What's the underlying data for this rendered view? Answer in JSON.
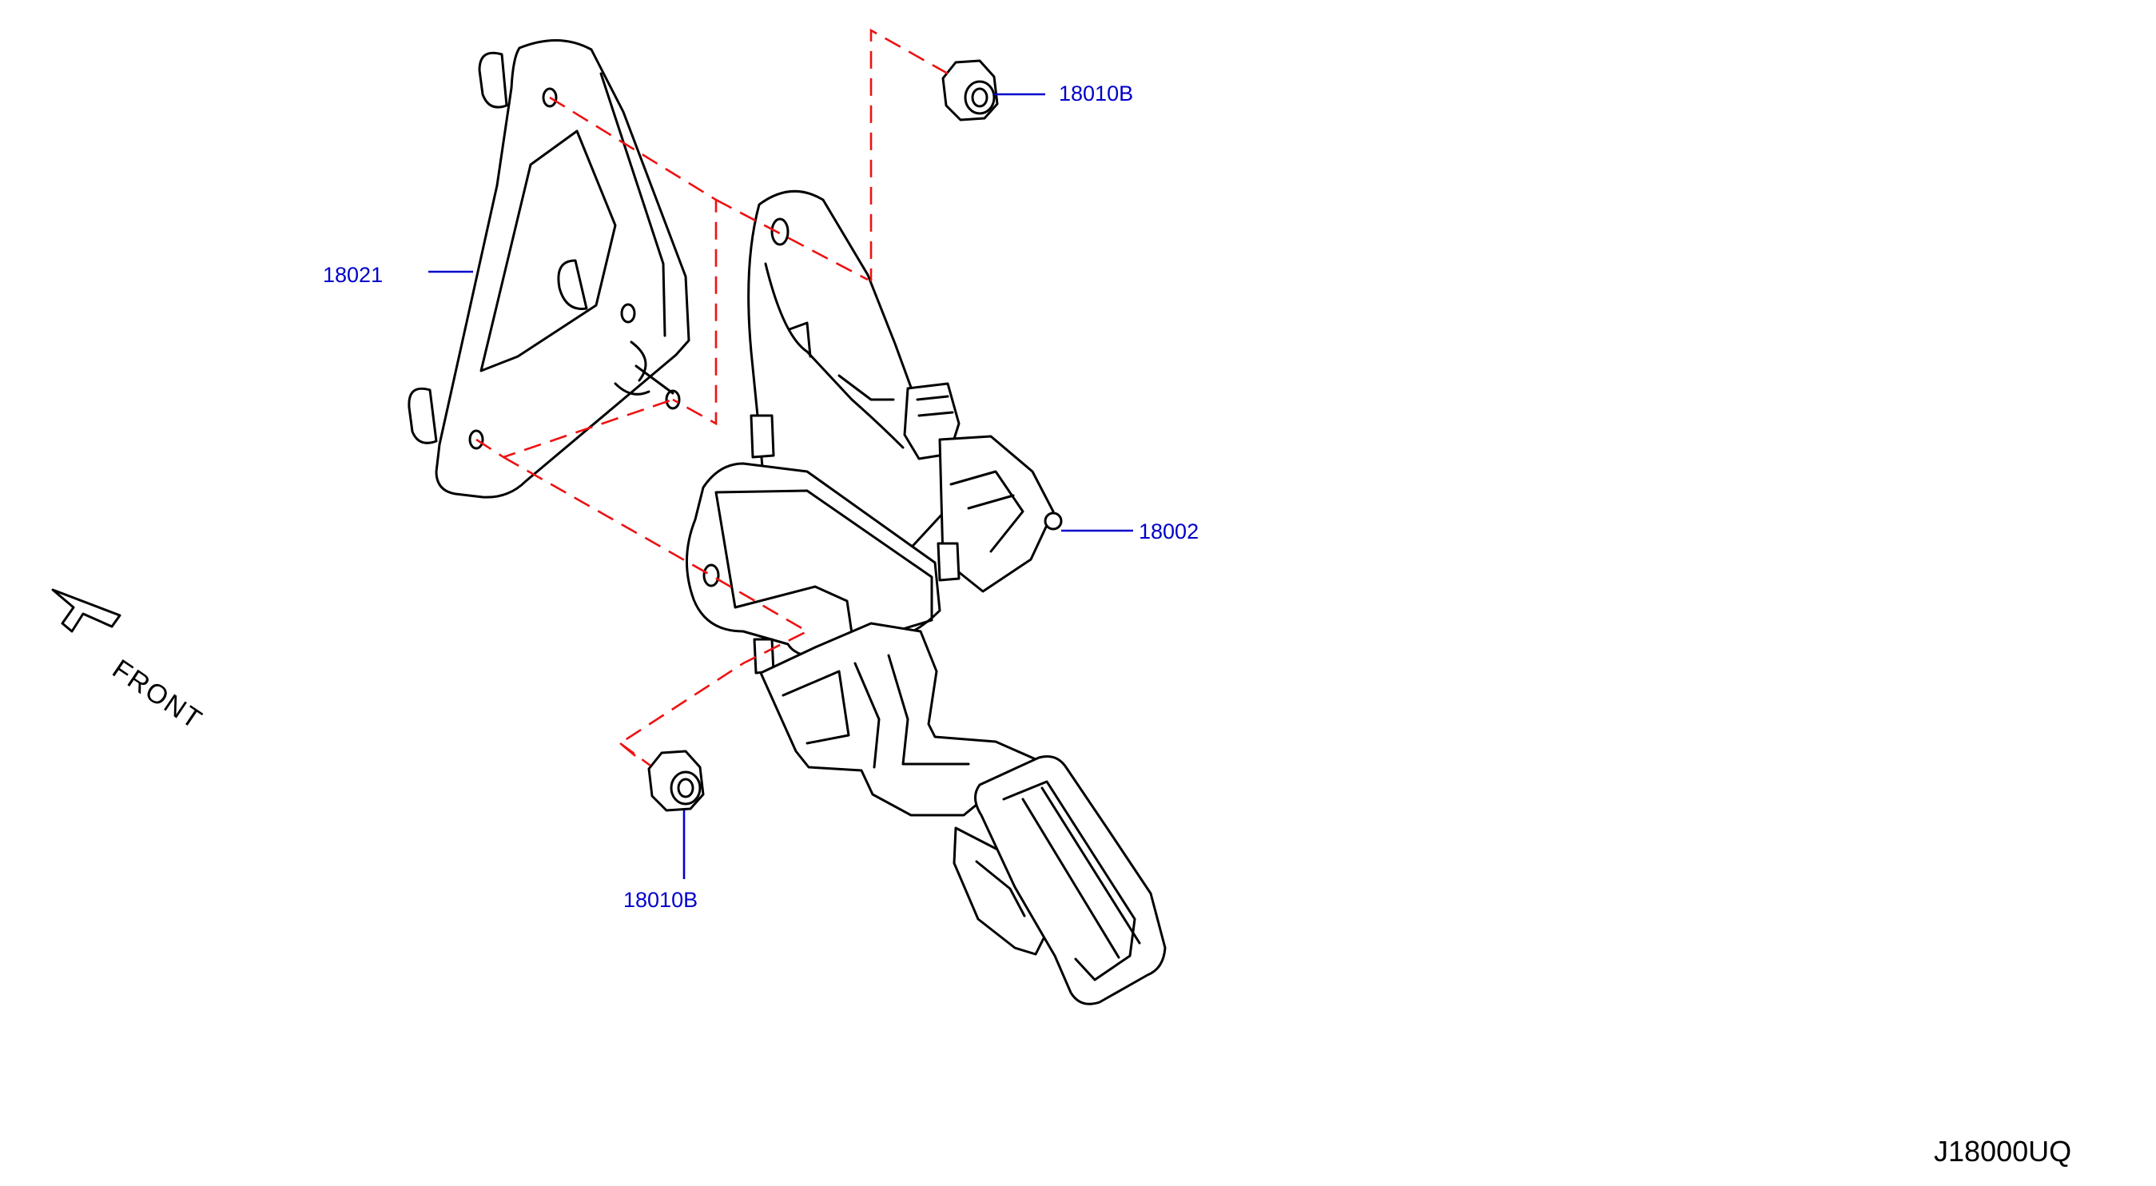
{
  "diagram": {
    "callouts": {
      "nut_top": "18010B",
      "bracket": "18021",
      "pedal_assembly": "18002",
      "nut_bottom": "18010B"
    },
    "direction_label": "FRONT",
    "diagram_id": "J18000UQ"
  },
  "colors": {
    "callout_text": "#0000cc",
    "leader_line": "#0000cc",
    "mounting_dash": "#ee1111",
    "outline": "#000000"
  }
}
